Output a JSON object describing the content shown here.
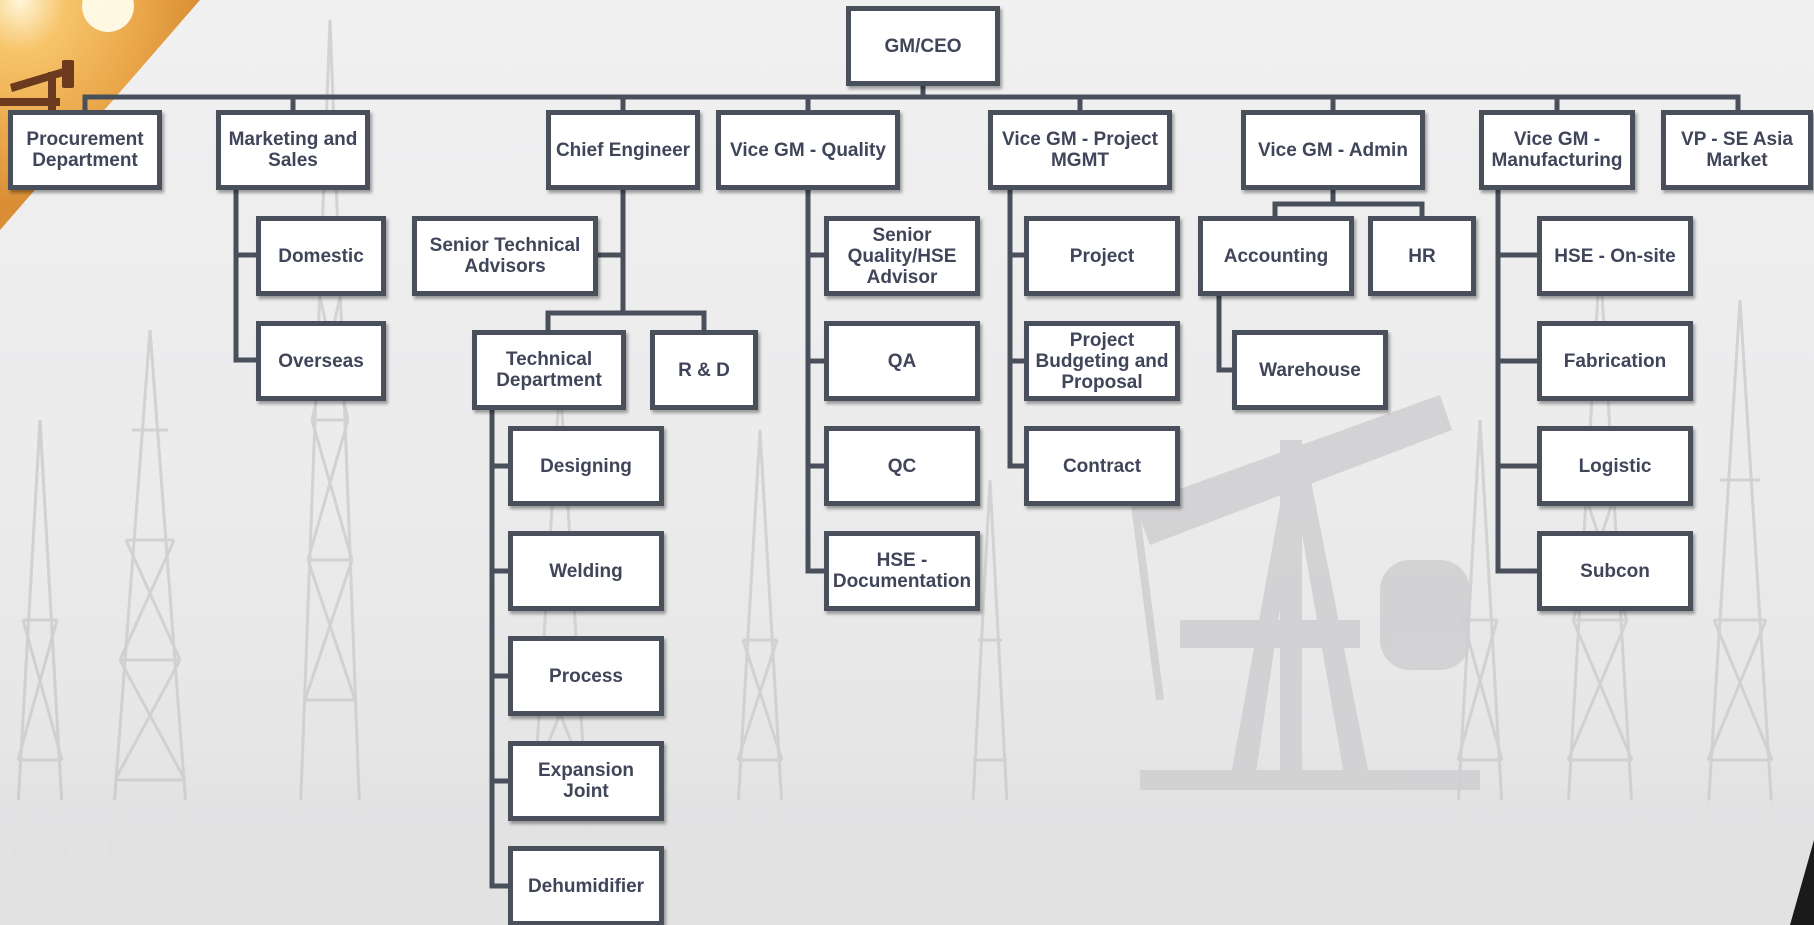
{
  "theme": {
    "box_border": "#4a4f5c",
    "connector": "#4a4f5c",
    "text": "#40455a",
    "accent_sun": "#f5b74a"
  },
  "org": {
    "root": "GM/CEO",
    "departments": {
      "procurement": "Procurement Department",
      "marketing": "Marketing and Sales",
      "chief_engineer": "Chief Engineer",
      "vgm_quality": "Vice GM - Quality",
      "vgm_project": "Vice GM - Project MGMT",
      "vgm_admin": "Vice GM - Admin",
      "vgm_manufacturing": "Vice GM - Manufacturing",
      "vp_asia": "VP - SE Asia Market"
    },
    "marketing_units": [
      "Domestic",
      "Overseas"
    ],
    "chief_engineer_units": {
      "advisors": "Senior Technical Advisors",
      "technical": "Technical Department",
      "rnd": "R & D"
    },
    "technical_units": [
      "Designing",
      "Welding",
      "Process",
      "Expansion Joint",
      "Dehumidifier"
    ],
    "quality_units": [
      "Senior Quality/HSE Advisor",
      "QA",
      "QC",
      "HSE - Documentation"
    ],
    "project_units": [
      "Project",
      "Project Budgeting and Proposal",
      "Contract"
    ],
    "admin_units": {
      "accounting": "Accounting",
      "hr": "HR",
      "warehouse": "Warehouse"
    },
    "manufacturing_units": [
      "HSE - On-site",
      "Fabrication",
      "Logistic",
      "Subcon"
    ]
  }
}
